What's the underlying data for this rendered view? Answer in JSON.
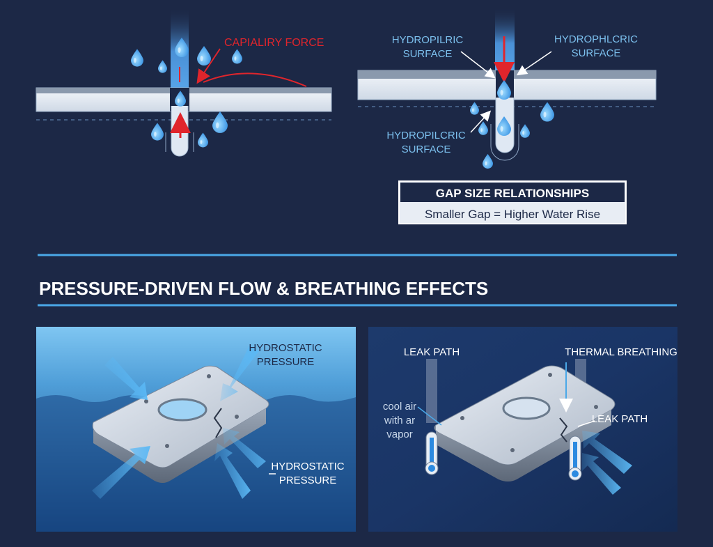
{
  "top_left": {
    "capillary_label": "CAPIALIRY FORCE"
  },
  "top_right": {
    "left_surface_line1": "HYDROPILRIC",
    "left_surface_line2": "SURFACE",
    "right_surface_line1": "HYDROPHLCRIC",
    "right_surface_line2": "SURFACE",
    "lower_surface_line1": "HYDROPILCRIC",
    "lower_surface_line2": "SURFACE"
  },
  "gap_box": {
    "title": "GAP SIZE RELATIONSHIPS",
    "text": "Smaller Gap = Higher Water Rise"
  },
  "section": {
    "title": "PRESSURE-DRIVEN FLOW & BREATHING EFFECTS"
  },
  "panel_left": {
    "top_label_line1": "HYDROSTATIC",
    "top_label_line2": "PRESSURE",
    "bottom_label_line1": "HYDROSTATIC",
    "bottom_label_line2": "PRESSURE"
  },
  "panel_right": {
    "leak_path_top": "LEAK PATH",
    "thermal_breathing": "THERMAL BREATHING",
    "leak_path_right": "LEAK PATH",
    "cool_line1": "cool air",
    "cool_line2": "with ar",
    "cool_line3": "vapor"
  },
  "colors": {
    "background": "#1c2846",
    "accent_blue": "#4aa8e8",
    "red": "#e0252c",
    "label_blue": "#7cc0ee"
  }
}
